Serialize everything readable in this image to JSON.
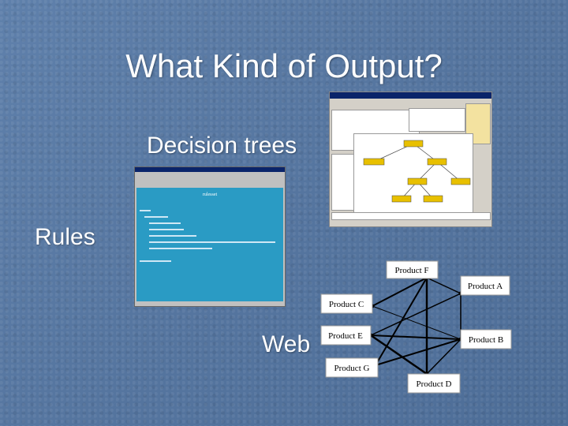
{
  "slide": {
    "title": "What Kind of Output?",
    "labels": {
      "decision_trees": "Decision trees",
      "rules": "Rules",
      "web": "Web"
    }
  },
  "rules_shot": {
    "heading": "rulesset"
  },
  "web_graph": {
    "nodes": [
      {
        "id": "F",
        "label": "Product F"
      },
      {
        "id": "A",
        "label": "Product A"
      },
      {
        "id": "C",
        "label": "Product C"
      },
      {
        "id": "E",
        "label": "Product E"
      },
      {
        "id": "B",
        "label": "Product B"
      },
      {
        "id": "G",
        "label": "Product G"
      },
      {
        "id": "D",
        "label": "Product D"
      }
    ]
  }
}
